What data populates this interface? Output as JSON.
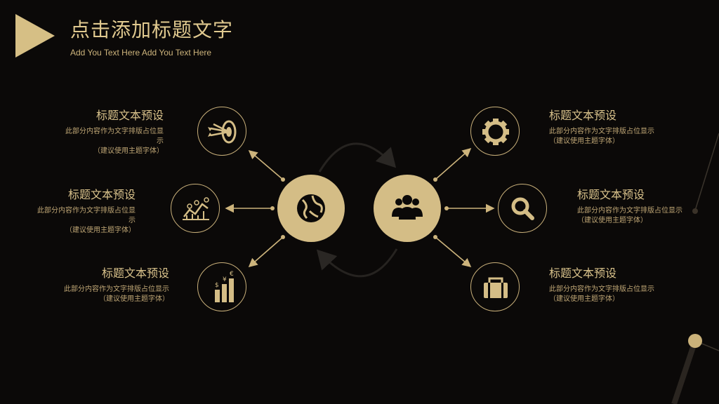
{
  "header": {
    "title": "点击添加标题文字",
    "subtitle": "Add You Text Here Add You Text Here"
  },
  "colors": {
    "background": "#0b0908",
    "gold": "#d4bd86",
    "line": "#c9b07a"
  },
  "left_items": [
    {
      "heading": "标题文本预设",
      "desc": "此部分内容作为文字排版占位显示",
      "note": "（建议使用主题字体）",
      "icon": "target-icon"
    },
    {
      "heading": "标题文本预设",
      "desc": "此部分内容作为文字排版占位显示",
      "note": "（建议使用主题字体）",
      "icon": "line-chart-icon"
    },
    {
      "heading": "标题文本预设",
      "desc": "此部分内容作为文字排版占位显示",
      "note": "（建议使用主题字体）",
      "icon": "money-bars-icon"
    }
  ],
  "right_items": [
    {
      "heading": "标题文本预设",
      "desc": "此部分内容作为文字排版占位显示",
      "note": "（建议使用主题字体）",
      "icon": "gear-icon"
    },
    {
      "heading": "标题文本预设",
      "desc": "此部分内容作为文字排版占位显示",
      "note": "（建议使用主题字体）",
      "icon": "search-icon"
    },
    {
      "heading": "标题文本预设",
      "desc": "此部分内容作为文字排版占位显示",
      "note": "（建议使用主题字体）",
      "icon": "briefcase-icon"
    }
  ],
  "center": {
    "left_icon": "globe-icon",
    "right_icon": "users-icon"
  }
}
